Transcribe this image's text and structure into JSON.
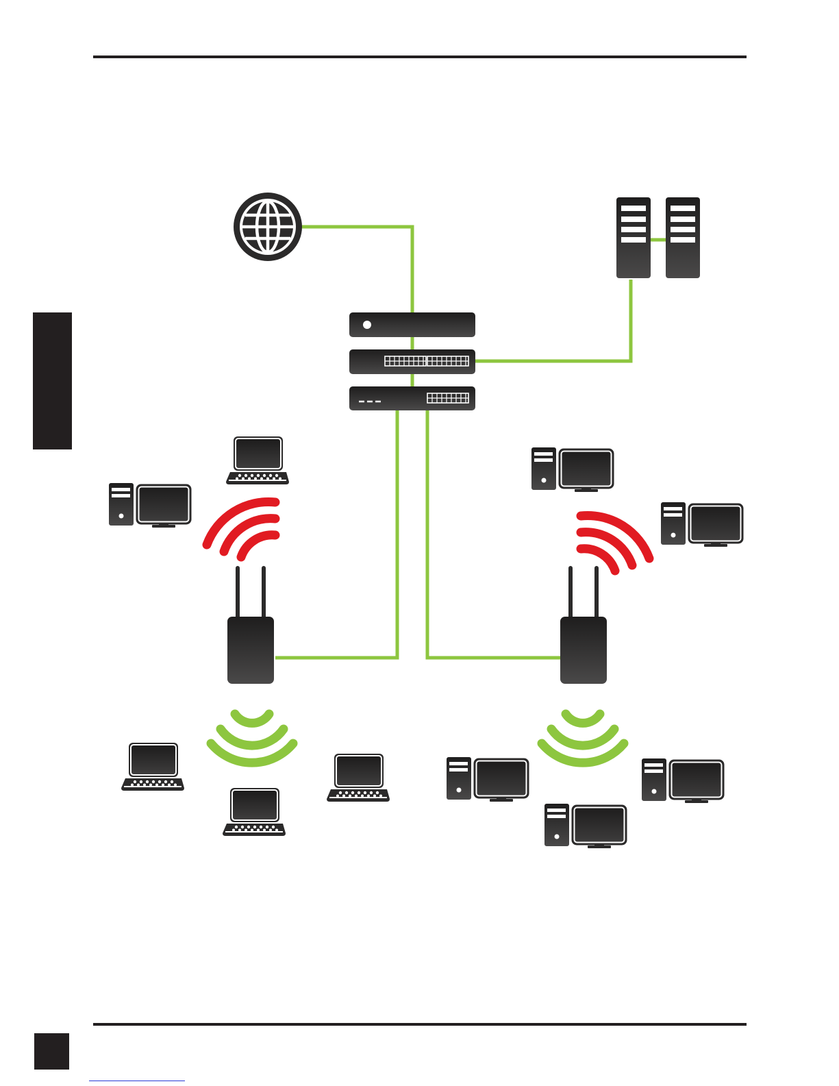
{
  "page": {
    "decor": [
      "top-rule",
      "side-tab",
      "bottom-rule",
      "page-number-box",
      "footer-link-underline"
    ]
  },
  "diagram": {
    "colors": {
      "link": "#8dc63f",
      "wifi_2_4ghz": "#e11b22",
      "wifi_5ghz": "#8dc63f",
      "device": "#2b2a2a"
    },
    "nodes": [
      {
        "id": "internet",
        "icon": "globe-icon"
      },
      {
        "id": "servers",
        "icon": "server-icon"
      },
      {
        "id": "router",
        "icon": "router-icon"
      },
      {
        "id": "switch",
        "icon": "switch-icon"
      },
      {
        "id": "poe-switch",
        "icon": "switch-icon"
      },
      {
        "id": "access-point-left",
        "icon": "access-point-icon"
      },
      {
        "id": "access-point-right",
        "icon": "access-point-icon"
      },
      {
        "id": "clients",
        "icon": "laptop-icon / desktop-icon"
      }
    ],
    "edges": [
      [
        "internet",
        "router"
      ],
      [
        "router",
        "switch"
      ],
      [
        "switch",
        "poe-switch"
      ],
      [
        "switch",
        "servers"
      ],
      [
        "poe-switch",
        "access-point-left"
      ],
      [
        "poe-switch",
        "access-point-right"
      ]
    ]
  }
}
